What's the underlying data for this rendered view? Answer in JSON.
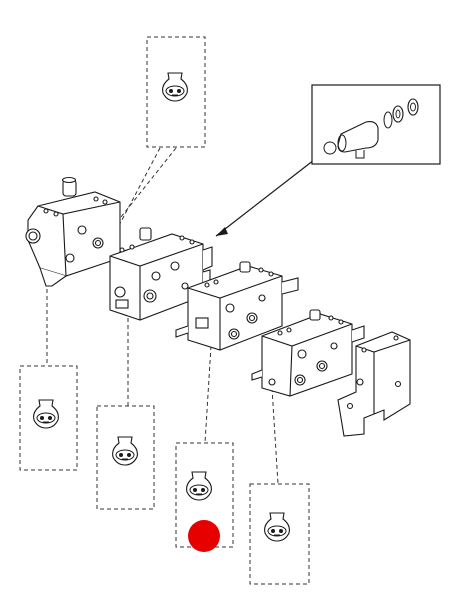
{
  "diagram": {
    "kind": "exploded-parts-view",
    "line_color": "#1a1a1a",
    "dash_color": "#333333",
    "marker_color": "#e60000",
    "parts": [
      {
        "name": "top-bracket"
      },
      {
        "name": "inlet-section"
      },
      {
        "name": "valve-section-1"
      },
      {
        "name": "valve-section-2"
      },
      {
        "name": "valve-section-3"
      },
      {
        "name": "end-cover"
      },
      {
        "name": "solenoid-inset"
      }
    ],
    "callout_boxes": [
      {
        "name": "callout-top"
      },
      {
        "name": "callout-left"
      },
      {
        "name": "callout-center-left"
      },
      {
        "name": "callout-center"
      },
      {
        "name": "callout-right"
      }
    ],
    "highlighted_callout": "callout-center"
  }
}
